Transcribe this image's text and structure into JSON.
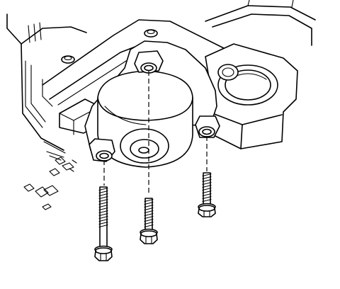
{
  "diagram": {
    "type": "exploded-assembly-line-art",
    "components": [
      {
        "name": "housing-casting"
      },
      {
        "name": "cylindrical-cover"
      },
      {
        "name": "mounting-bolt-left"
      },
      {
        "name": "mounting-bolt-center"
      },
      {
        "name": "mounting-bolt-right"
      }
    ],
    "ink_color": "#000000",
    "background_color": "#ffffff"
  }
}
